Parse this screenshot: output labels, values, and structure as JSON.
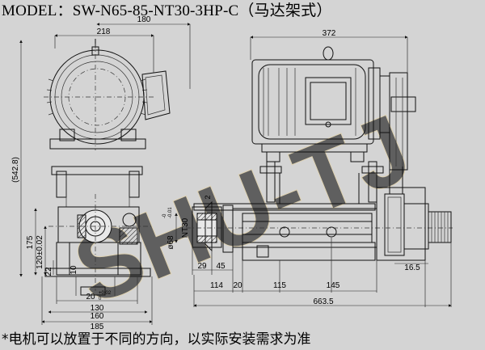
{
  "title": "MODEL：SW-N65-85-NT30-3HP-C（马达架式）",
  "footnote": "*电机可以放置于不同的方向，以实际安装需求为准",
  "watermark": "SHU-TJ",
  "dims": {
    "d180": "180",
    "d218": "218",
    "d372": "372",
    "d542": "(542.8)",
    "d175": "175",
    "d120": "120±0.02",
    "d22": "22",
    "d10": "10",
    "d20": "20",
    "d20tol": "+0.02",
    "d20tol2": "0",
    "d130": "130",
    "d160": "160",
    "d185": "185",
    "d68": "ø68",
    "d68tol": "-0",
    "d68tol2": "-0.01",
    "nt30": "NT30",
    "d2": "2",
    "d29": "29",
    "d45": "45",
    "d114": "114",
    "d20b": "20",
    "d115": "115",
    "d145": "145",
    "d6635": "663.5",
    "d165": "16.5"
  },
  "colors": {
    "background": "#d4d4d4",
    "line": "#111111",
    "watermark": "#f2dfb0"
  }
}
